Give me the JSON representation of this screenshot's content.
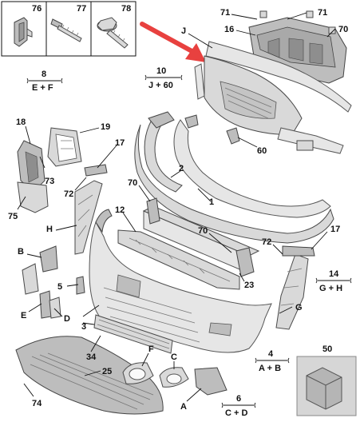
{
  "diagram": {
    "fastener_box": {
      "items": [
        {
          "number": "76",
          "icon": "clip-icon"
        },
        {
          "number": "77",
          "icon": "screw-icon"
        },
        {
          "number": "78",
          "icon": "flange-bolt-icon"
        }
      ]
    },
    "group_refs": [
      {
        "number": "8",
        "formula": "E + F"
      },
      {
        "number": "10",
        "formula": "J + 60"
      },
      {
        "number": "14",
        "formula": "G + H"
      },
      {
        "number": "4",
        "formula": "A + B"
      },
      {
        "number": "6",
        "formula": "C + D"
      }
    ],
    "part_numbers": {
      "p71a": "71",
      "p71b": "71",
      "p16": "16",
      "p70a": "70",
      "pJ": "J",
      "p18": "18",
      "p19": "19",
      "p17a": "17",
      "p73": "73",
      "p75": "75",
      "p72a": "72",
      "pH": "H",
      "p60": "60",
      "p2": "2",
      "p1": "1",
      "p70b": "70",
      "p12": "12",
      "p70c": "70",
      "p17b": "17",
      "p72b": "72",
      "pB": "B",
      "p5": "5",
      "pE": "E",
      "pD": "D",
      "p3": "3",
      "p23": "23",
      "pG": "G",
      "p34": "34",
      "p25": "25",
      "pF": "F",
      "pC": "C",
      "p50": "50",
      "pA": "A",
      "p74": "74"
    },
    "arrow": {
      "color": "#e8413f"
    }
  }
}
